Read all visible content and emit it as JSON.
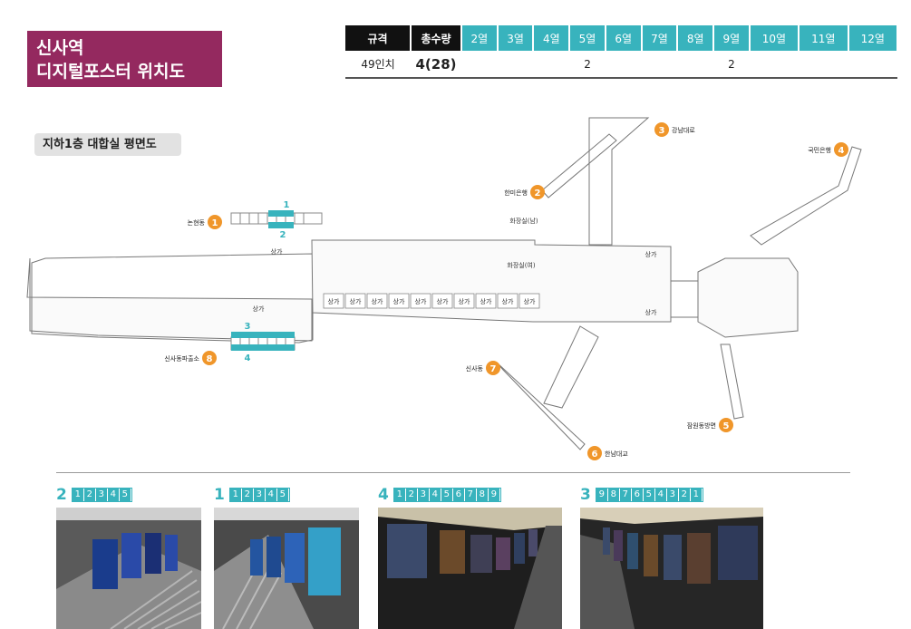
{
  "title": {
    "line1": "신사역",
    "line2": "디지털포스터 위치도"
  },
  "spec_table": {
    "headers": [
      "규격",
      "총수량",
      "2열",
      "3열",
      "4열",
      "5열",
      "6열",
      "7열",
      "8열",
      "9열",
      "10열",
      "11열",
      "12열"
    ],
    "row": [
      "49인치",
      "4(28)",
      "",
      "",
      "",
      "2",
      "",
      "",
      "",
      "2",
      "",
      "",
      ""
    ]
  },
  "floor_label": "지하1층 대합실 평면도",
  "exits": [
    {
      "num": "1",
      "name": "논현동"
    },
    {
      "num": "2",
      "name": "한미은행"
    },
    {
      "num": "3",
      "name": "강남대로"
    },
    {
      "num": "4",
      "name": "국민은행"
    },
    {
      "num": "5",
      "name": "잠원동방면"
    },
    {
      "num": "6",
      "name": "한남대교"
    },
    {
      "num": "7",
      "name": "신사동"
    },
    {
      "num": "8",
      "name": "신사동파출소"
    }
  ],
  "poster_group_labels": [
    "1",
    "2",
    "3",
    "4"
  ],
  "map_texts": {
    "shop": "상가",
    "restroom_f": "화장실(여)",
    "restroom_m": "화장실(남)"
  },
  "photos": [
    {
      "num": "2",
      "sequence": [
        "1",
        "2",
        "3",
        "4",
        "5"
      ]
    },
    {
      "num": "1",
      "sequence": [
        "1",
        "2",
        "3",
        "4",
        "5"
      ]
    },
    {
      "num": "4",
      "sequence": [
        "1",
        "2",
        "3",
        "4",
        "5",
        "6",
        "7",
        "8",
        "9"
      ]
    },
    {
      "num": "3",
      "sequence": [
        "9",
        "8",
        "7",
        "6",
        "5",
        "4",
        "3",
        "2",
        "1"
      ]
    }
  ],
  "colors": {
    "title_bg": "#94295f",
    "accent": "#38b3bd",
    "exit_marker": "#f0962a"
  }
}
